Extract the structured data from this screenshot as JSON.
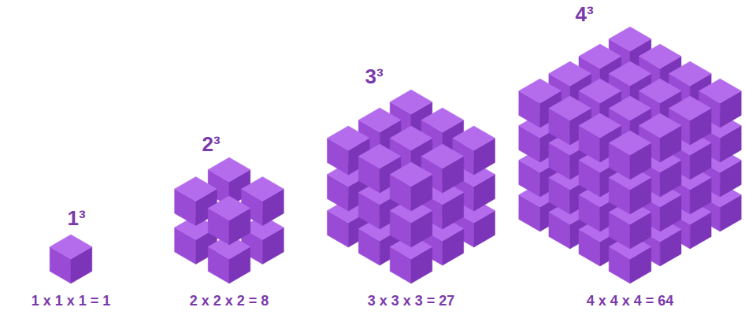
{
  "diagram": {
    "labels": [
      "1³",
      "2³",
      "3³",
      "4³",
      "1 x 1 x 1 = 1",
      "2 x 2 x 2 = 8",
      "3 x 3 x 3 = 27",
      "4 x 4 x 4 = 64"
    ]
  }
}
